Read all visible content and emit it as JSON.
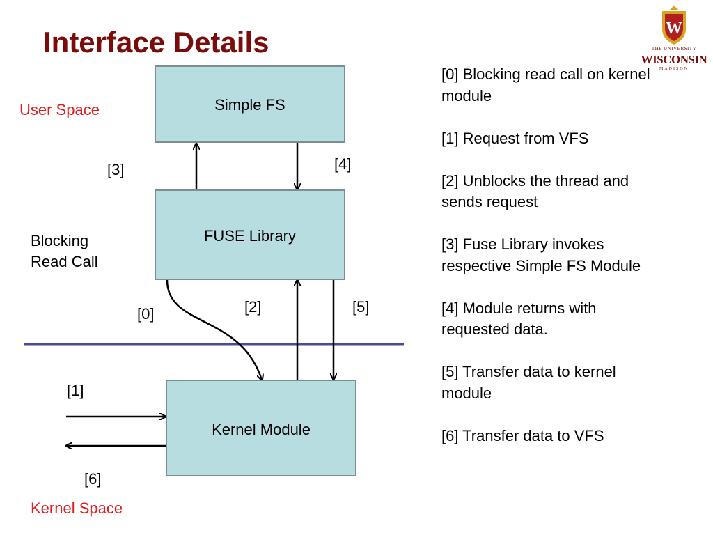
{
  "slide": {
    "title": "Interface Details"
  },
  "logo": {
    "line1": "THE UNIVERSITY",
    "line2": "WISCONSIN",
    "line3": "MADISON",
    "shield_letter": "W",
    "colors": {
      "brand": "#7a0c0c",
      "gold": "#d6a422"
    }
  },
  "regions": {
    "user_space": "User Space",
    "kernel_space": "Kernel Space",
    "blocking_line1": "Blocking",
    "blocking_line2": "Read Call"
  },
  "boxes": {
    "simple_fs": "Simple FS",
    "fuse_library": "FUSE Library",
    "kernel_module": "Kernel Module"
  },
  "arrow_labels": {
    "a0": "[0]",
    "a1": "[1]",
    "a2": "[2]",
    "a3": "[3]",
    "a4": "[4]",
    "a5": "[5]",
    "a6": "[6]"
  },
  "legend": [
    "[0] Blocking read call on kernel module",
    "[1] Request from VFS",
    "[2] Unblocks the thread and sends request",
    "[3] Fuse Library invokes respective Simple FS Module",
    "[4] Module returns with requested data.",
    "[5] Transfer data to kernel module",
    "[6] Transfer data to VFS"
  ],
  "colors": {
    "title": "#7a0c0c",
    "box_fill": "#b8dde1",
    "box_border": "#7a8e93",
    "space_label": "#e31b1b",
    "boundary_line": "#4a4a9a"
  }
}
